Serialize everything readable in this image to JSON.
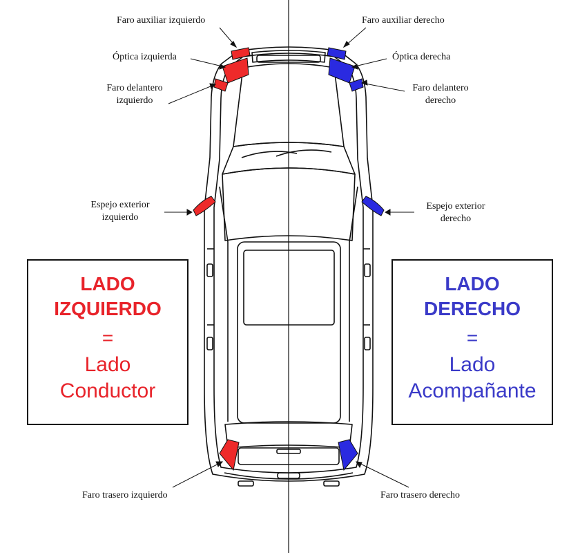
{
  "colors": {
    "left": "#e8232a",
    "right": "#3a3ac8",
    "left_part": "#ee2a2a",
    "right_part": "#2a2ae0",
    "line": "#111111"
  },
  "labels": {
    "faro_aux_izq": "Faro auxiliar izquierdo",
    "optica_izq": "Óptica izquierda",
    "faro_del_izq_1": "Faro delantero",
    "faro_del_izq_2": "izquierdo",
    "espejo_izq_1": "Espejo exterior",
    "espejo_izq_2": "izquierdo",
    "faro_tras_izq": "Faro trasero izquierdo",
    "faro_aux_der": "Faro auxiliar derecho",
    "optica_der": "Óptica derecha",
    "faro_del_der_1": "Faro delantero",
    "faro_del_der_2": "derecho",
    "espejo_der_1": "Espejo exterior",
    "espejo_der_2": "derecho",
    "faro_tras_der": "Faro trasero derecho"
  },
  "left_box": {
    "title_1": "LADO",
    "title_2": "IZQUIERDO",
    "eq": "=",
    "sub_1": "Lado",
    "sub_2": "Conductor"
  },
  "right_box": {
    "title_1": "LADO",
    "title_2": "DERECHO",
    "eq": "=",
    "sub_1": "Lado",
    "sub_2": "Acompañante"
  }
}
